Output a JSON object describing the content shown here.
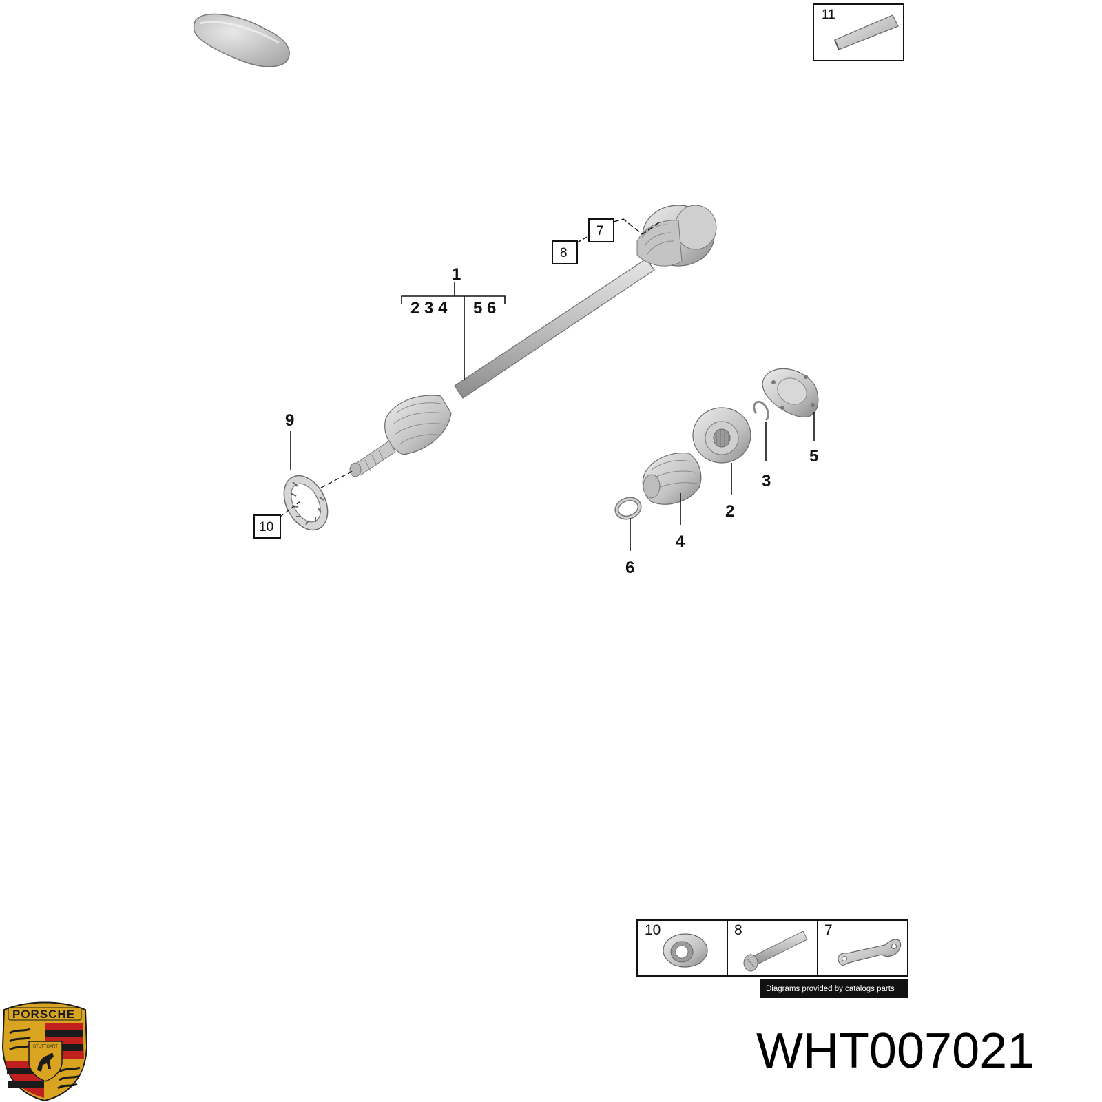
{
  "diagram": {
    "callouts": {
      "item_1": "1",
      "group_left": "2 3 4",
      "group_right": "5 6",
      "item_2": "2",
      "item_3": "3",
      "item_4": "4",
      "item_5": "5",
      "item_6": "6",
      "item_7": "7",
      "item_8": "8",
      "item_9": "9",
      "item_10": "10",
      "item_11": "11"
    },
    "panels": [
      {
        "number": "10"
      },
      {
        "number": "8"
      },
      {
        "number": "7"
      }
    ],
    "credit": "Diagrams provided by catalogs parts",
    "part_number": "WHT007021",
    "logo": {
      "brand": "PORSCHE",
      "city": "STUTTGART"
    }
  },
  "colors": {
    "part_light": "#d9d9d9",
    "part_mid": "#bdbdbd",
    "part_dark": "#8f8f8f",
    "outline": "#555555",
    "logo_gold": "#d9a420",
    "logo_red": "#c0201e",
    "logo_black": "#1b1b1b"
  }
}
